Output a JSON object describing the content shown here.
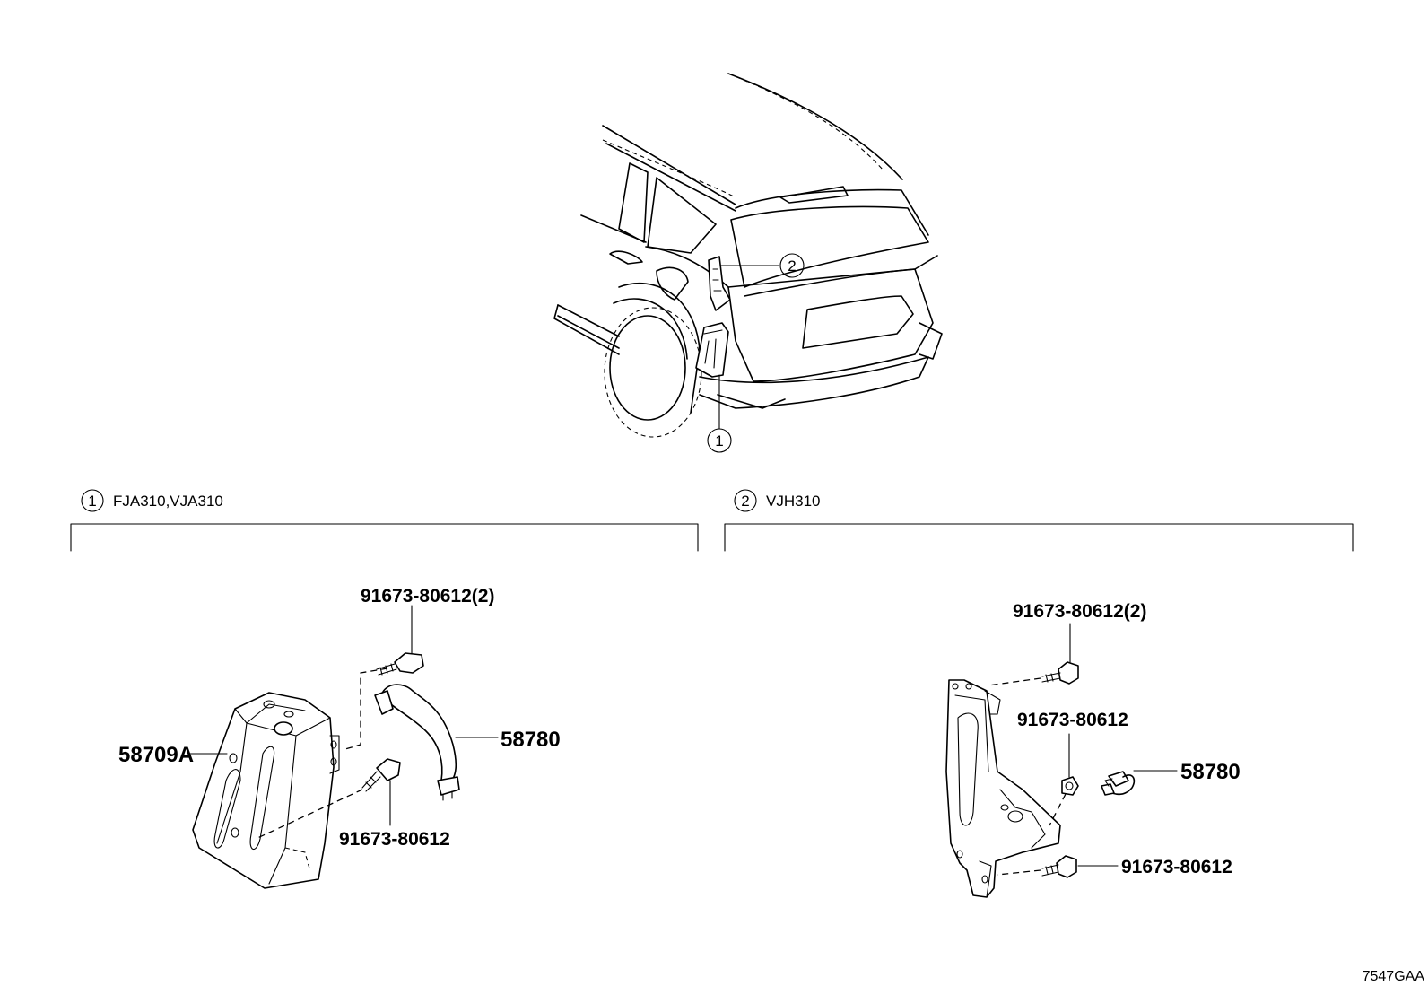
{
  "diagram_code": "7547GAA",
  "callouts": {
    "one": "1",
    "two": "2"
  },
  "sections": [
    {
      "marker": "1",
      "label": "FJA310,VJA310"
    },
    {
      "marker": "2",
      "label": "VJH310"
    }
  ],
  "left_parts": {
    "bracket": "58709A",
    "harness": "58780",
    "bolt_top": "91673-80612(2)",
    "bolt_bottom": "91673-80612"
  },
  "right_parts": {
    "harness": "58780",
    "bolt_top": "91673-80612(2)",
    "bolt_mid": "91673-80612",
    "bolt_bottom": "91673-80612"
  }
}
